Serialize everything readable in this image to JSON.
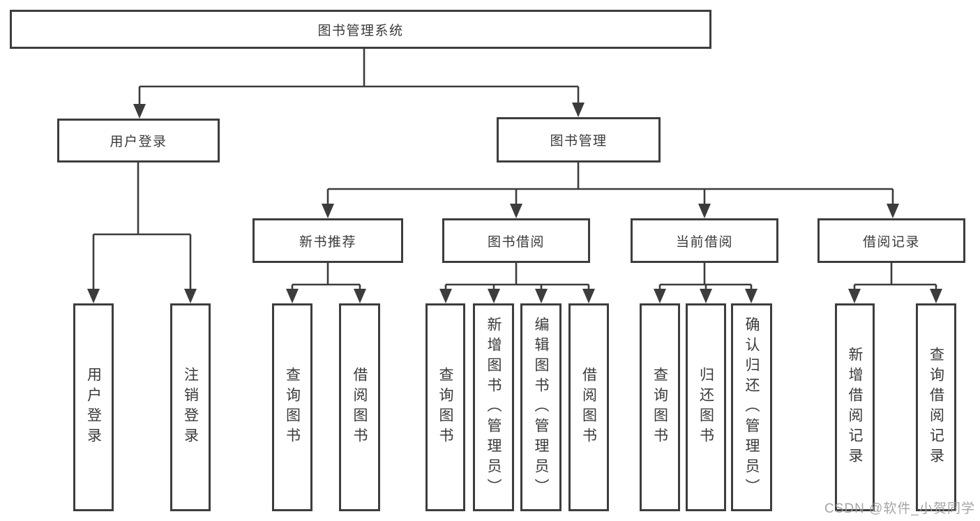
{
  "diagram": {
    "title": "图书管理系统",
    "type": "functional-structure-tree"
  },
  "tree": {
    "root": "图书管理系统",
    "branches": [
      {
        "label": "用户登录",
        "children": [
          "用户登录",
          "注销登录"
        ]
      },
      {
        "label": "图书管理",
        "children": [
          {
            "label": "新书推荐",
            "children": [
              "查询图书",
              "借阅图书"
            ]
          },
          {
            "label": "图书借阅",
            "children": [
              "查询图书",
              "新增图书（管理员）",
              "编辑图书（管理员）",
              "借阅图书"
            ]
          },
          {
            "label": "当前借阅",
            "children": [
              "查询图书",
              "归还图书",
              "确认归还（管理员）"
            ]
          },
          {
            "label": "借阅记录",
            "children": [
              "新增借阅记录",
              "查询借阅记录"
            ]
          }
        ]
      }
    ]
  },
  "watermark": "CSDN @软件_小贺同学",
  "colors": {
    "line": "#3c3c3c",
    "box_border": "#3d3d3d",
    "text": "#3a3a3a",
    "watermark": "#9b9b9b",
    "background": "#ffffff"
  }
}
